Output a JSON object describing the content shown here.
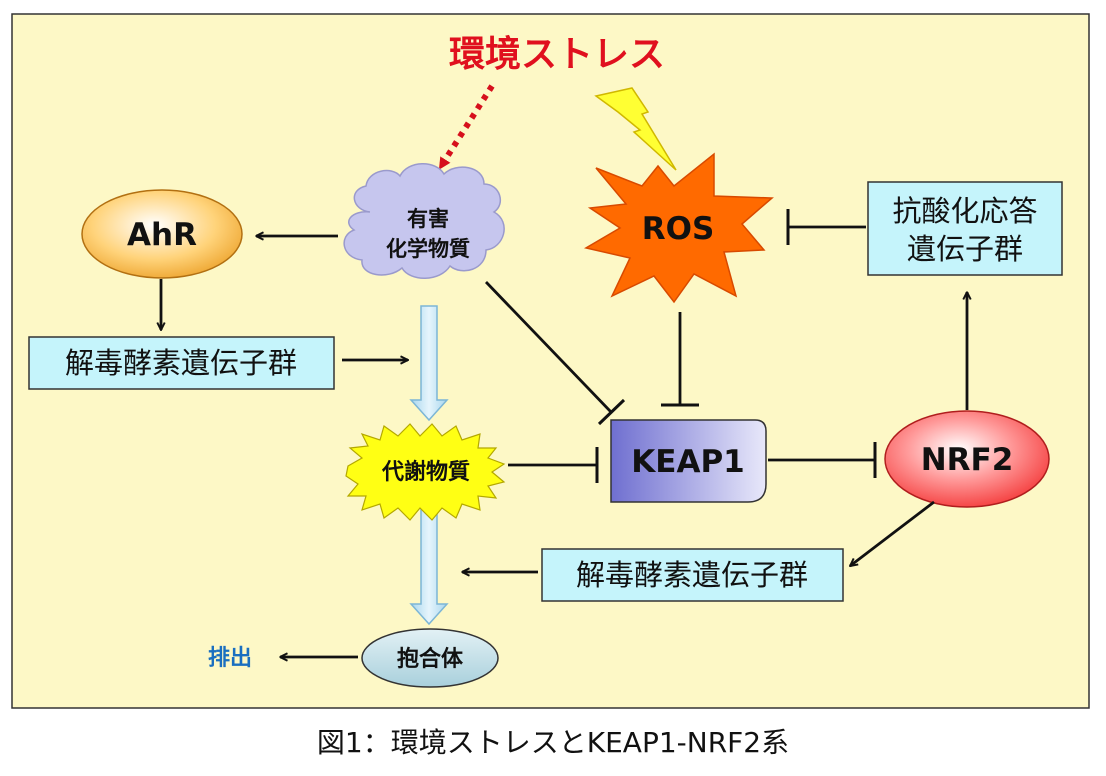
{
  "stress": {
    "label": "環境ストレス",
    "color": "#e0101e"
  },
  "nodes": {
    "ahr": "AhR",
    "chem_line1": "有害",
    "chem_line2": "化学物質",
    "ros": "ROS",
    "antiox_line1": "抗酸化応答",
    "antiox_line2": "遺伝子群",
    "detox_left": "解毒酵素遺伝子群",
    "metabolite": "代謝物質",
    "keap1": "KEAP1",
    "nrf2": "NRF2",
    "detox_right": "解毒酵素遺伝子群",
    "conjugate": "抱合体",
    "excretion": "排出"
  },
  "caption": "図1：環境ストレスとKEAP1-NRF2系",
  "colors": {
    "background": "#fdf8c6",
    "gene_box": "#c5f4fb",
    "ros_fill": "#ff6600",
    "keap1_fill": "#8f8fd8",
    "nrf2_fill": "#ff5050",
    "ahr_fill": "#f0a830",
    "cloud_fill": "#c8c8ee",
    "metabolite_fill": "#ffff10",
    "conjugate_fill": "#bfdfe7",
    "excretion_text": "#1a6fc0"
  }
}
